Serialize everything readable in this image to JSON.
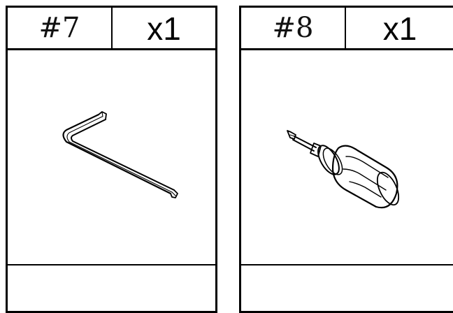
{
  "parts": [
    {
      "number": "#7",
      "quantity": "x1",
      "tool_icon": "hex-key-icon"
    },
    {
      "number": "#8",
      "quantity": "x1",
      "tool_icon": "screwdriver-icon"
    }
  ]
}
